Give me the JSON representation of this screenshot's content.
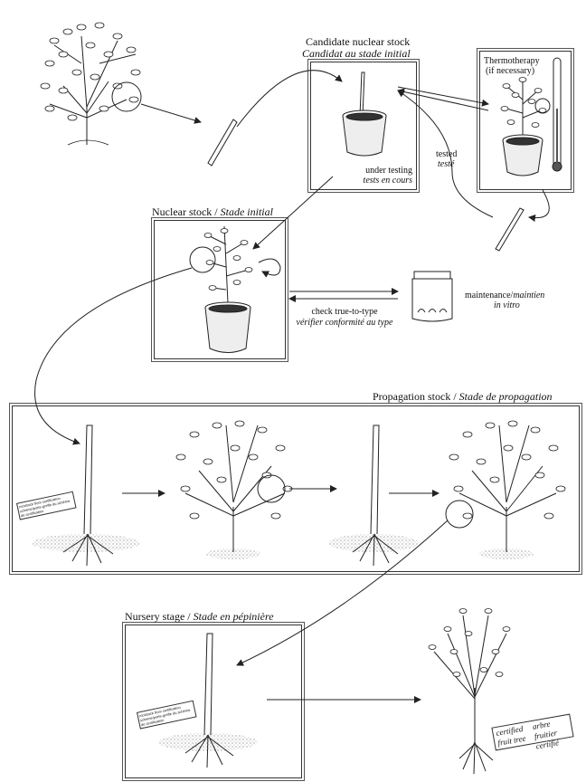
{
  "labels": {
    "candidate_en": "Candidate nuclear stock",
    "candidate_fr": "Candidat au stade initial",
    "thermo_en": "Thermotherapy",
    "thermo_note": "(if necessary)",
    "under_testing_en": "under testing",
    "under_testing_fr": "tests en cours",
    "tested_en": "tested",
    "tested_fr": "testé",
    "nuclear_en": "Nuclear stock / ",
    "nuclear_fr": "Stade initial",
    "check_en": "check true-to-type",
    "check_fr": "vérifier conformité au type",
    "maintenance_en": "maintenance/",
    "maintenance_fr": "maintien",
    "maintenance_fr2": "in vitro",
    "propagation_en": "Propagation stock / ",
    "propagation_fr": "Stade de propagation",
    "nursery_en": "Nursery stage / ",
    "nursery_fr": "Stade en pépinière",
    "rootstock_tag": "rootstock from certification scheme/porte-greffe du schéma de certification",
    "certified_en": "certified fruit tree",
    "certified_fr": "arbre fruitier certifié"
  },
  "colors": {
    "line": "#222222",
    "pot": "#f2f2f2",
    "soil": "#888888"
  }
}
